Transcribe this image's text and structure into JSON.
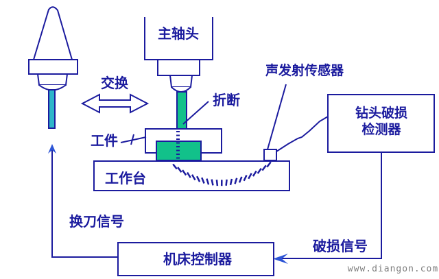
{
  "diagram": {
    "spindle_head": "主轴头",
    "exchange": "交换",
    "break_label": "折断",
    "workpiece": "工件",
    "worktable": "工作台",
    "ae_sensor": "声发射传感器",
    "detector_line1": "钻头破损",
    "detector_line2": "检测器",
    "controller": "机床控制器",
    "tool_change_signal": "换刀信号",
    "breakage_signal": "破损信号"
  },
  "watermark": "www.diangon.com",
  "colors": {
    "line": "#1b1b9e",
    "bright_arrow": "#2d55d6",
    "tool_shank_cyan": "#2eb5c9",
    "drill_green": "#12c18a",
    "watermark_gray": "#7e7e7e",
    "background": "#ffffff"
  }
}
